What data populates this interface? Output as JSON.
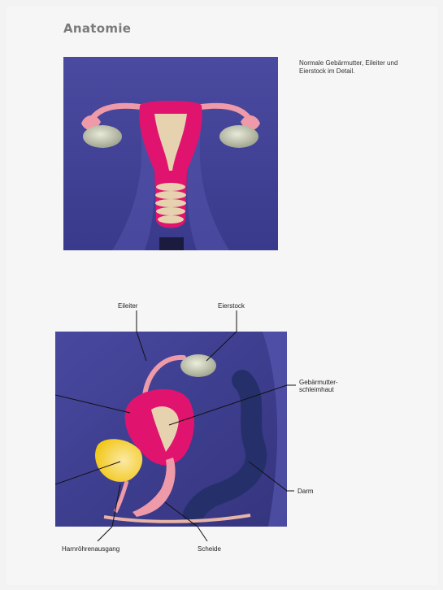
{
  "heading": "Anatomie",
  "caption": "Normale Gebärmutter, Eileiter und Eierstock im Detail.",
  "labels": {
    "eileiter": "Eileiter",
    "eierstock": "Eierstock",
    "schleimhaut": "Gebärmutter-\nschleimhaut",
    "darm": "Darm",
    "harnroehrenausgang": "Harnröhrenausgang",
    "scheide": "Scheide"
  },
  "colors": {
    "background_blue": "#3e3e94",
    "uterus_pink": "#e0146e",
    "tube_pink": "#ee9aa8",
    "lining_beige": "#e7d2b0",
    "ovary_grey": "#c9cbb7",
    "bladder_yellow": "#f2c81a",
    "colon_navy": "#25306b"
  },
  "icons": [
    "uterus-frontal-illustration",
    "uterus-side-illustration"
  ]
}
